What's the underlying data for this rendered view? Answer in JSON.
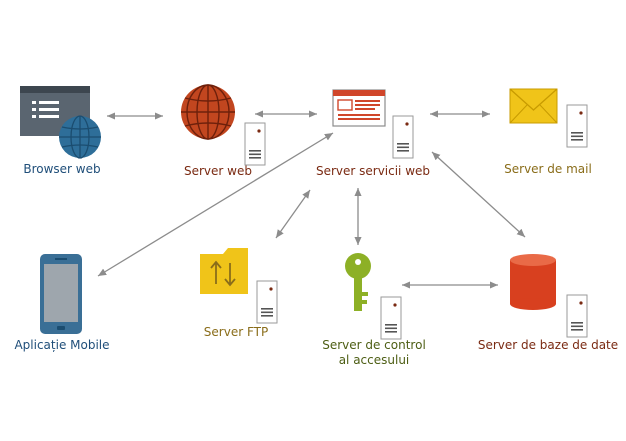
{
  "nodes": {
    "browser_web": "Browser web",
    "server_web": "Server web",
    "server_servicii_web": "Server servicii web",
    "server_mail": "Server de mail",
    "aplicatie_mobile": "Aplicație Mobile",
    "server_ftp": "Server FTP",
    "server_control": [
      "Server de control",
      "al accesului"
    ],
    "server_baze_date": "Server de baze de date"
  },
  "edges": [
    [
      "browser_web",
      "server_web"
    ],
    [
      "server_web",
      "server_servicii_web"
    ],
    [
      "server_servicii_web",
      "server_mail"
    ],
    [
      "server_servicii_web",
      "aplicatie_mobile"
    ],
    [
      "server_servicii_web",
      "server_ftp"
    ],
    [
      "server_servicii_web",
      "server_control"
    ],
    [
      "server_servicii_web",
      "server_baze_date"
    ],
    [
      "server_control",
      "server_baze_date"
    ]
  ],
  "colors": {
    "arrow": "#8c8c8c",
    "browser_blue": "#2e6e99",
    "browser_window": "#5a6570",
    "globe_red": "#c2461f",
    "service_red": "#d0462a",
    "mail_yellow": "#f0c419",
    "ftp_yellow": "#f0c419",
    "key_green": "#8db026",
    "db_red": "#d8401f",
    "mobile_blue": "#3a6f96"
  },
  "icons": {
    "browser_web": "browser-window-globe-icon",
    "server_web": "globe-icon",
    "server_servicii_web": "web-service-window-icon",
    "server_mail": "envelope-icon",
    "aplicatie_mobile": "smartphone-icon",
    "server_ftp": "folder-transfer-icon",
    "server_control": "key-icon",
    "server_baze_date": "database-cylinder-icon",
    "server": "server-tower-icon"
  }
}
